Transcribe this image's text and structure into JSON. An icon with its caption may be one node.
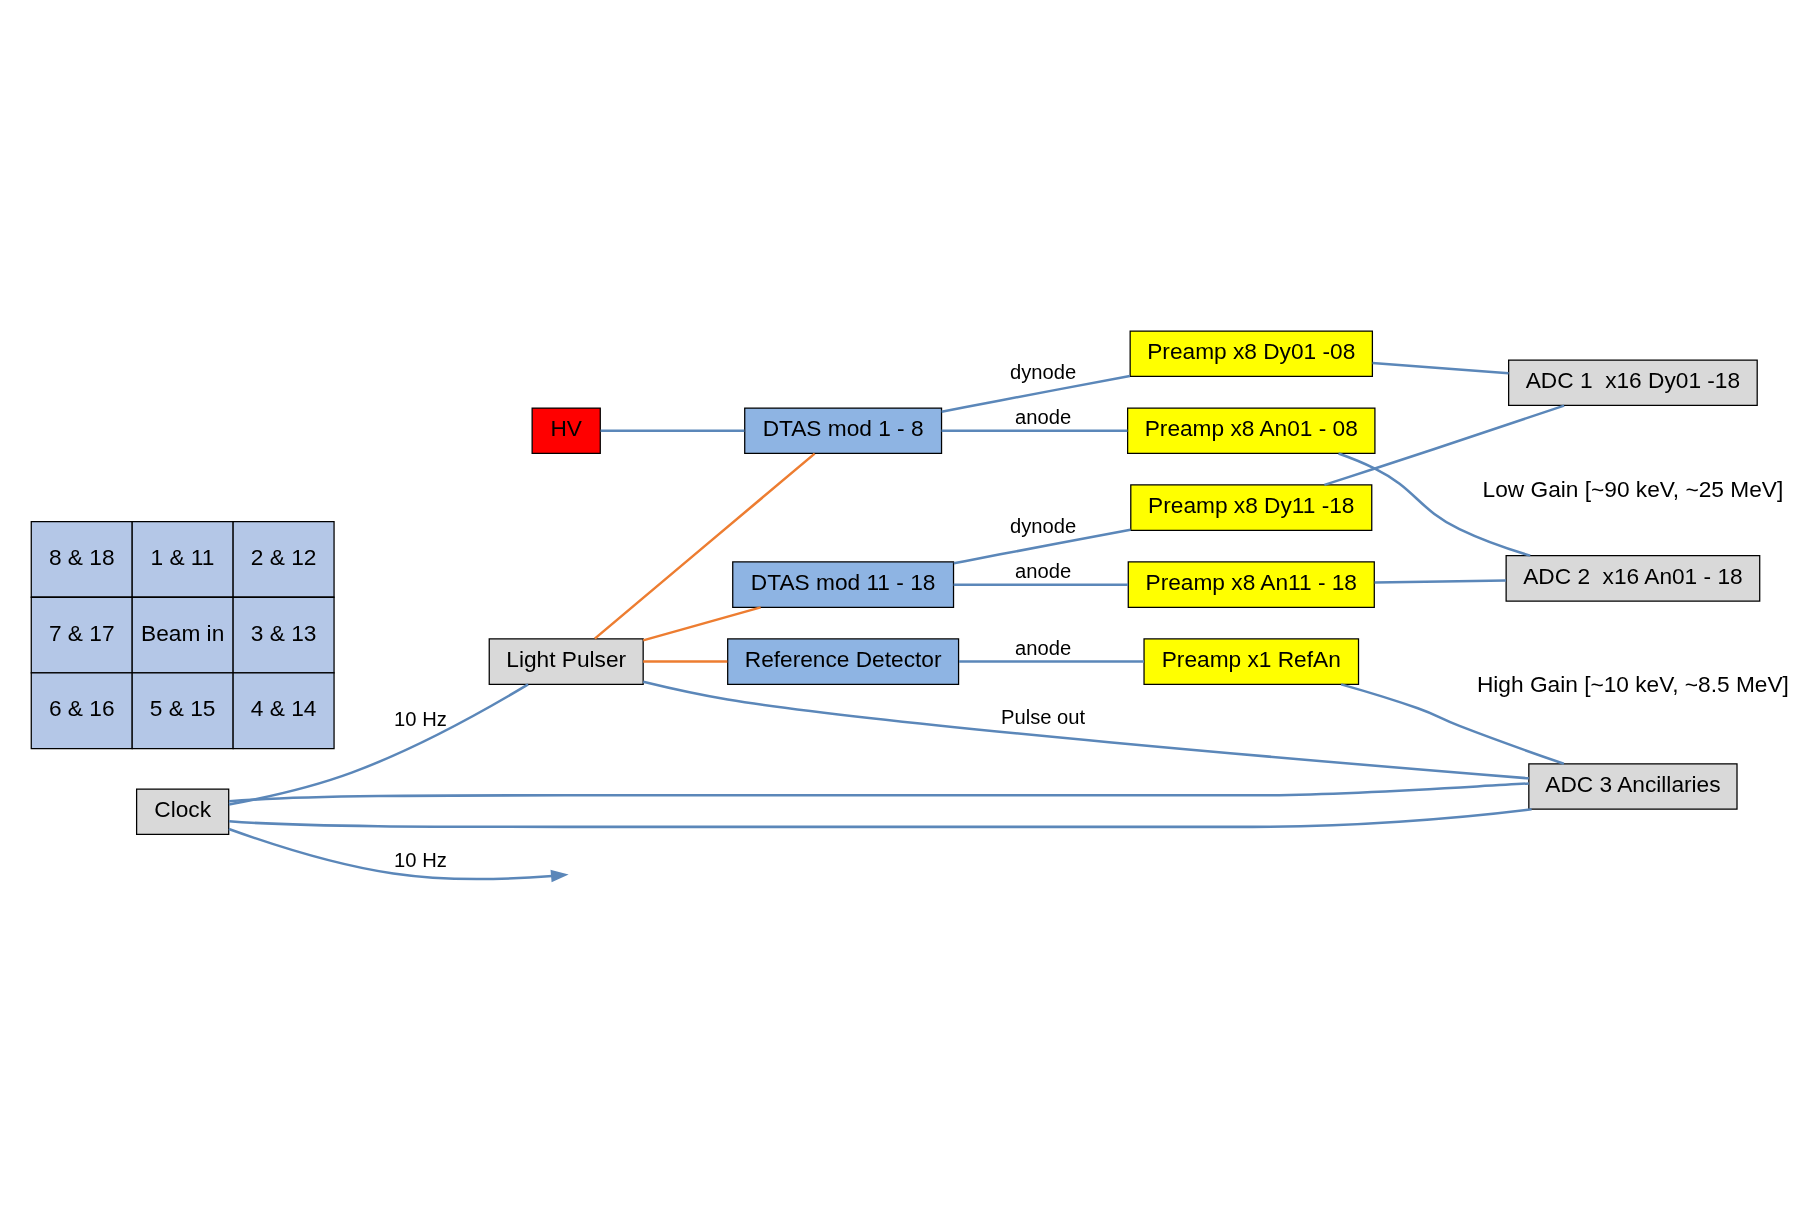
{
  "diagram": {
    "nodes": [
      {
        "text": [
          "HV"
        ]
      },
      {
        "text": [
          "Clock"
        ]
      },
      {
        "text": [
          "DTAS mod 1 - 8"
        ]
      },
      {
        "text": [
          "Preamp x8 Dy01 -08"
        ]
      },
      {
        "text": [
          "ADC 1  x16 Dy01 -18"
        ],
        "beside": [
          "Low Gain [~90 keV, ~25 MeV]"
        ]
      },
      {
        "text": [
          "Light Pulser"
        ]
      },
      {
        "text": [
          "Preamp x8 An01 - 08"
        ]
      },
      {
        "text": [
          "Preamp x8 Dy11 -18"
        ]
      },
      {
        "text": [
          "DTAS mod 11 - 18"
        ]
      },
      {
        "text": [
          "ADC 2  x16 An01 - 18"
        ],
        "beside": [
          "High Gain [~10 keV, ~8.5 MeV]"
        ]
      },
      {
        "text": [
          "Preamp x8 An11 - 18"
        ]
      },
      {
        "text": [
          "Reference Detector"
        ]
      },
      {
        "text": [
          "Preamp x1 RefAn"
        ]
      },
      {
        "text": [
          "ADC 3 Ancillaries"
        ]
      }
    ],
    "edges": [
      {
        "from": 0,
        "to": 2,
        "arrow": "none"
      },
      {
        "from": 1,
        "to": null,
        "arrow": "to",
        "label": "10 Hz"
      },
      {
        "from": 1,
        "to": 13,
        "arrow": "none"
      },
      {
        "from": 1,
        "to": 5,
        "arrow": "none",
        "label": "10 Hz"
      },
      {
        "from": 1,
        "to": 13,
        "arrow": "none"
      },
      {
        "from": 5,
        "to": 13,
        "arrow": "none",
        "label": "Pulse out"
      },
      {
        "from": 5,
        "to": 2,
        "arrow": "none",
        "color": "#ed7d31"
      },
      {
        "from": 5,
        "to": 8,
        "arrow": "none",
        "color": "#ed7d31"
      },
      {
        "from": 5,
        "to": 11,
        "arrow": "none",
        "color": "#ed7d31"
      },
      {
        "from": 2,
        "to": 3,
        "arrow": "none",
        "label": "dynode"
      },
      {
        "from": 2,
        "to": 6,
        "arrow": "none",
        "label": "anode"
      },
      {
        "from": 8,
        "to": 7,
        "arrow": "none",
        "label": "dynode"
      },
      {
        "from": 8,
        "to": 10,
        "arrow": "none",
        "label": "anode"
      },
      {
        "from": 11,
        "to": 12,
        "arrow": "none",
        "label": "anode"
      },
      {
        "from": 3,
        "to": 4,
        "arrow": "none"
      },
      {
        "from": 7,
        "to": 4,
        "arrow": "none"
      },
      {
        "from": 6,
        "to": 9,
        "arrow": "none"
      },
      {
        "from": 10,
        "to": 9,
        "arrow": "none"
      },
      {
        "from": 12,
        "to": 13,
        "arrow": "none"
      }
    ],
    "labels": [
      "8 & 18",
      "1 & 11",
      "2 & 12",
      "7 & 17",
      "Beam in",
      "3 & 13",
      "6 & 16",
      "5 & 15",
      "4 & 14"
    ]
  }
}
